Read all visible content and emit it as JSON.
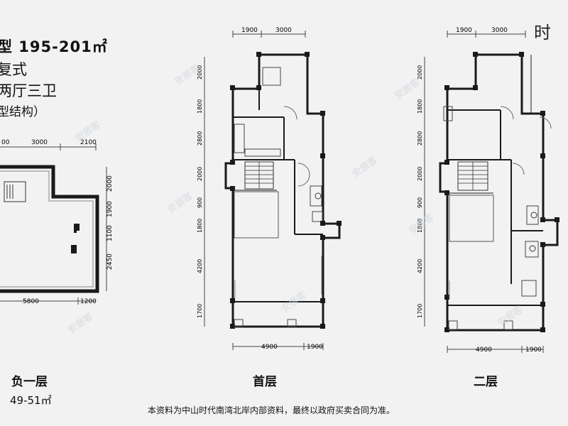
{
  "header": {
    "title": "型  195-201㎡",
    "line2": "复式",
    "line3": "两厅三卫",
    "line4": "型结构）"
  },
  "logo_text": "时",
  "basement": {
    "label": "负一层",
    "area": "49-51㎡",
    "dims_top": [
      "00",
      "3000",
      "2100"
    ],
    "dims_right": [
      "2000",
      "1900",
      "1100",
      "2450"
    ],
    "dims_bottom": [
      "5800",
      "1200"
    ]
  },
  "first_floor": {
    "label": "首层",
    "dims_top": [
      "1900",
      "3000"
    ],
    "dims_left": [
      "2000",
      "1800",
      "2800",
      "2000",
      "900",
      "1800",
      "4200",
      "1700"
    ],
    "dims_bottom": [
      "4900",
      "1900"
    ]
  },
  "second_floor": {
    "label": "二层",
    "dims_top": [
      "1900",
      "3000"
    ],
    "dims_left": [
      "2000",
      "1800",
      "2800",
      "2000",
      "900",
      "1800",
      "4200",
      "1700"
    ],
    "dims_bottom": [
      "4900",
      "1900"
    ]
  },
  "watermark": "安居客",
  "footer": "本资料为中山时代南湾北岸内部资料，最终以政府买卖合同为准。",
  "colors": {
    "background": "#f2f2f2",
    "wall": "#1a1a1a",
    "line": "#444444",
    "watermark": "#cfd6dc"
  }
}
